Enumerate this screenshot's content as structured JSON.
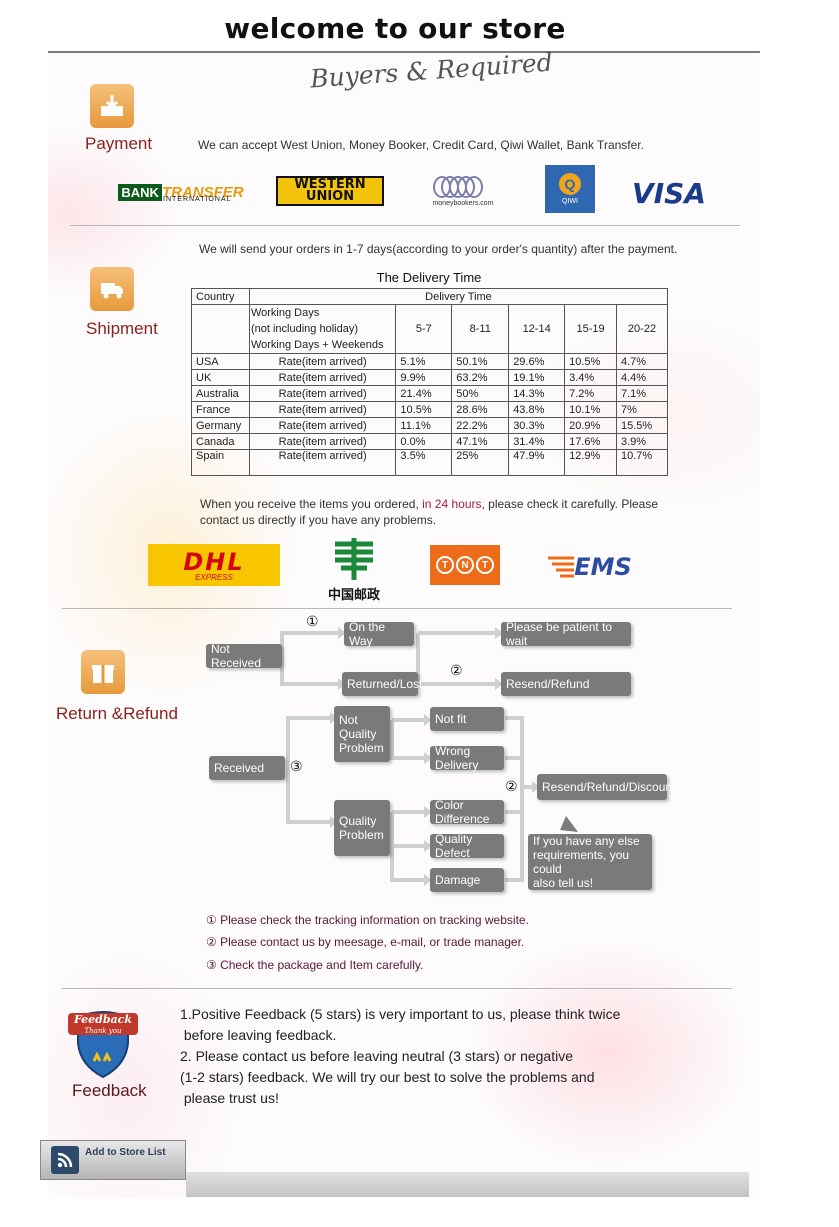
{
  "header": {
    "welcome": "welcome to our store",
    "script_title": "Buyers & Required"
  },
  "payment": {
    "label": "Payment",
    "text": "We can accept West Union, Money Booker, Credit Card, Qiwi Wallet, Bank Transfer.",
    "logos": {
      "bank_a": "BANK",
      "bank_b": "TRANSFER",
      "bank_c": "INTERNATIONAL",
      "wu_a": "WESTERN",
      "wu_b": "UNION",
      "mb": "moneybookers.com",
      "qiwi_q": "Q",
      "qiwi": "QIWI",
      "visa": "VISA"
    }
  },
  "shipment": {
    "label": "Shipment",
    "intro": "We will send your orders in 1-7 days(according to your order's quantity) after the payment.",
    "table_title": "The Delivery Time",
    "table": {
      "country_header": "Country",
      "delivery_header": "Delivery Time",
      "wd_line1": "Working Days",
      "wd_line2": "(not including holiday)",
      "wd_line3": "Working Days + Weekends",
      "ranges": [
        "5-7",
        "8-11",
        "12-14",
        "15-19",
        "20-22"
      ],
      "rows": [
        {
          "country": "USA",
          "label": "Rate(item arrived)",
          "values": [
            "5.1%",
            "50.1%",
            "29.6%",
            "10.5%",
            "4.7%"
          ]
        },
        {
          "country": "UK",
          "label": "Rate(item arrived)",
          "values": [
            "9.9%",
            "63.2%",
            "19.1%",
            "3.4%",
            "4.4%"
          ]
        },
        {
          "country": "Australia",
          "label": "Rate(item arrived)",
          "values": [
            "21.4%",
            "50%",
            "14.3%",
            "7.2%",
            "7.1%"
          ]
        },
        {
          "country": "France",
          "label": "Rate(item arrived)",
          "values": [
            "10.5%",
            "28.6%",
            "43.8%",
            "10.1%",
            "7%"
          ]
        },
        {
          "country": "Germany",
          "label": "Rate(item arrived)",
          "values": [
            "11.1%",
            "22.2%",
            "30.3%",
            "20.9%",
            "15.5%"
          ]
        },
        {
          "country": "Canada",
          "label": "Rate(item arrived)",
          "values": [
            "0.0%",
            "47.1%",
            "31.4%",
            "17.6%",
            "3.9%"
          ]
        },
        {
          "country": "Spain",
          "label": "Rate(item arrived)",
          "values": [
            "3.5%",
            "25%",
            "47.9%",
            "12.9%",
            "10.7%"
          ]
        }
      ]
    },
    "check_a": "When you receive the items you ordered, ",
    "check_hl": "in 24 hours",
    "check_b": ", please check it carefully. Please",
    "check_line2": "contact us directly if you have any problems.",
    "logos": {
      "dhl": "DHL",
      "dhl_express": "EXPRESS",
      "china_post": "中国邮政",
      "tnt": [
        "T",
        "N",
        "T"
      ],
      "ems": "EMS"
    }
  },
  "refund": {
    "label": "Return &Refund",
    "not_received": "Not Received",
    "on_the_way": "On the Way",
    "be_patient": "Please be patient to wait",
    "returned_lost": "Returned/Lost",
    "resend_refund": "Resend/Refund",
    "received": "Received",
    "not_quality_1": "Not",
    "not_quality_2": "Quality",
    "not_quality_3": "Problem",
    "quality_1": "Quality",
    "quality_2": "Problem",
    "not_fit": "Not fit",
    "wrong_delivery": "Wrong Delivery",
    "color_difference": "Color Difference",
    "quality_defect": "Quality Defect",
    "damage": "Damage",
    "resend_refund_discount": "Resend/Refund/Discount",
    "else_1": "If you have any else",
    "else_2": "requirements, you could",
    "else_3": "also tell us!",
    "n1": "①",
    "n2a": "②",
    "n2b": "②",
    "n3": "③",
    "notes": [
      "① Please check the tracking information on tracking website.",
      "② Please contact us by meesage, e-mail, or trade manager.",
      "③ Check the package and Item carefully."
    ]
  },
  "feedback": {
    "label": "Feedback",
    "badge_a": "Feedback",
    "badge_b": "Thank you",
    "lines": [
      "1.Positive Feedback (5 stars) is very important to us, please think twice",
      " before leaving feedback.",
      "2. Please contact us before leaving neutral (3 stars) or negative",
      "(1-2 stars) feedback. We will try our best to solve the problems and",
      " please trust us!"
    ]
  },
  "store_button": {
    "label": "Add to Store List"
  }
}
